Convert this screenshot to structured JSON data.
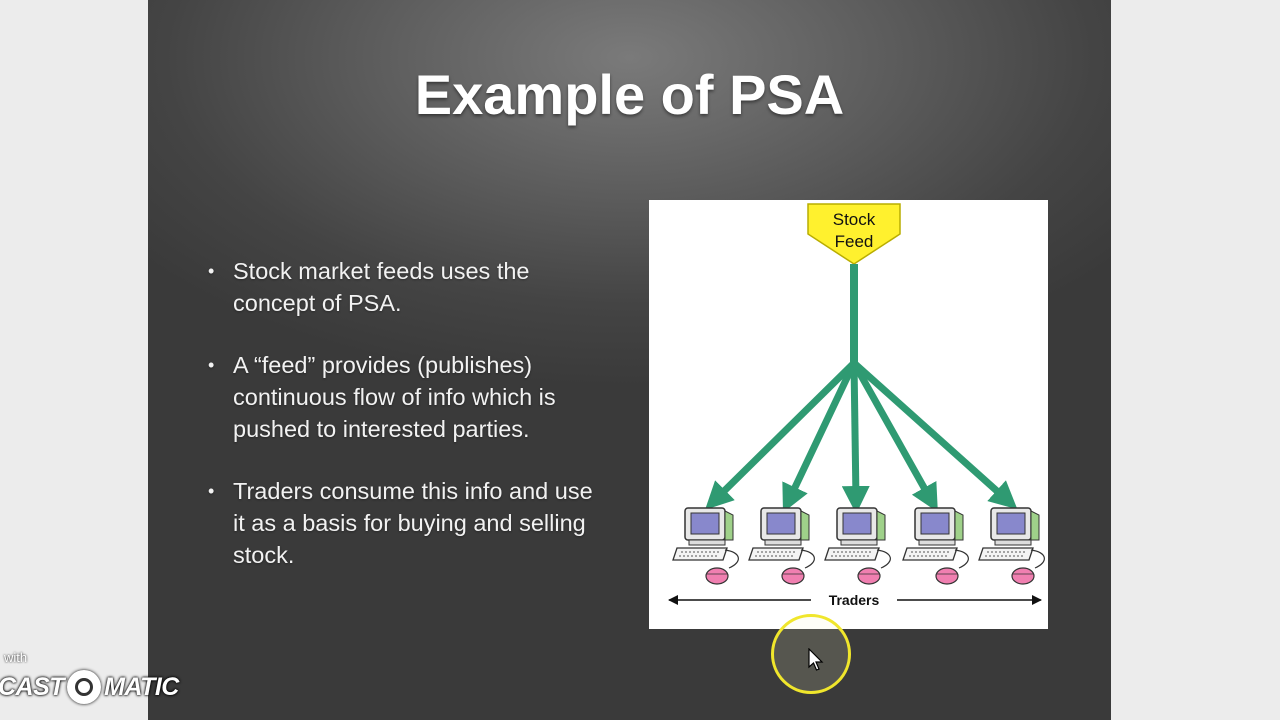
{
  "slide": {
    "title": "Example of PSA",
    "bullets": [
      "Stock market feeds uses the concept of PSA.",
      "A “feed” provides (publishes) continuous flow of info which is pushed to interested parties.",
      "Traders consume this info and use it as a basis for buying and selling stock."
    ],
    "bullet_glyph": "•"
  },
  "diagram": {
    "feed_label_line1": "Stock",
    "feed_label_line2": "Feed",
    "traders_label": "Traders",
    "computer_count": 5,
    "colors": {
      "feed_box": "#fff12e",
      "arrow": "#2f9a72",
      "computer_screen": "#8888cc",
      "mouse": "#f07fb0"
    }
  },
  "watermark": {
    "prefix": "with",
    "brand_left": "CAST",
    "brand_right": "MATIC"
  },
  "colors": {
    "cursor_ring": "#f0e62c"
  }
}
